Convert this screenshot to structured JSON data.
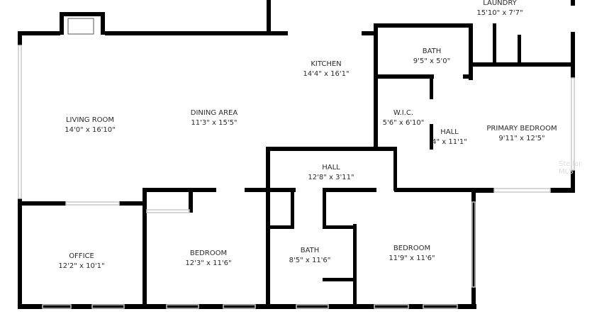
{
  "rooms": [
    {
      "name": "LAUNDRY",
      "dims": "15'10\" x 7'7\""
    },
    {
      "name": "KITCHEN",
      "dims": "14'4\" x 16'1\""
    },
    {
      "name": "BATH",
      "dims": "9'5\" x 5'0\""
    },
    {
      "name": "W.I.C.",
      "dims": "5'6\" x 6'10\""
    },
    {
      "name": "HALL",
      "dims": "4\" x 11'1\""
    },
    {
      "name": "PRIMARY BEDROOM",
      "dims": "9'11\" x 12'5\""
    },
    {
      "name": "LIVING ROOM",
      "dims": "14'0\" x 16'10\""
    },
    {
      "name": "DINING AREA",
      "dims": "11'3\" x 15'5\""
    },
    {
      "name": "HALL",
      "dims": "12'8\" x 3'11\""
    },
    {
      "name": "OFFICE",
      "dims": "12'2\" x 10'1\""
    },
    {
      "name": "BEDROOM",
      "dims": "12'3\" x 11'6\""
    },
    {
      "name": "BATH",
      "dims": "8'5\" x 11'6\""
    },
    {
      "name": "BEDROOM",
      "dims": "11'9\" x 11'6\""
    }
  ],
  "watermark": "Stellar MLS",
  "colors": {
    "wall": "#000000",
    "window": "#cfcfcf",
    "text": "#2a2a2a"
  }
}
